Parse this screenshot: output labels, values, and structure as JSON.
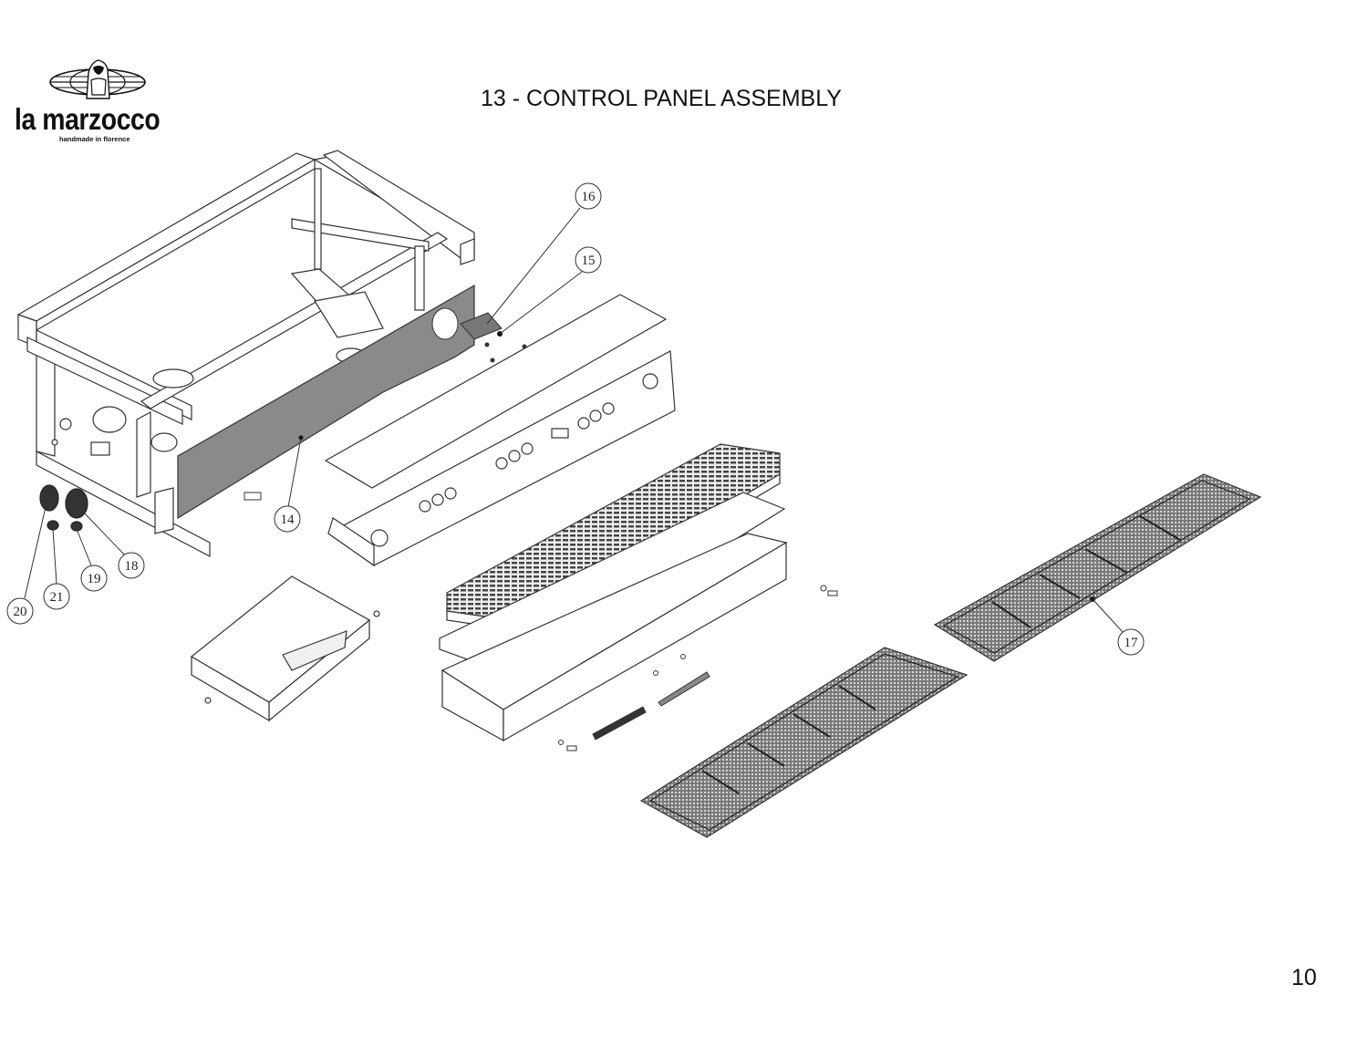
{
  "brand": {
    "name": "la marzocco",
    "tagline": "handmade in florence"
  },
  "page": {
    "title": "13 - CONTROL PANEL ASSEMBLY",
    "number": "10"
  },
  "callouts": [
    {
      "id": "14",
      "label": "14"
    },
    {
      "id": "15",
      "label": "15"
    },
    {
      "id": "16",
      "label": "16"
    },
    {
      "id": "17",
      "label": "17"
    },
    {
      "id": "18",
      "label": "18"
    },
    {
      "id": "19",
      "label": "19"
    },
    {
      "id": "20",
      "label": "20"
    },
    {
      "id": "21",
      "label": "21"
    }
  ],
  "colors": {
    "line": "#333333",
    "panel_fill": "#8a8a8a",
    "grate_fill": "#6f6f6f",
    "background": "#ffffff"
  }
}
